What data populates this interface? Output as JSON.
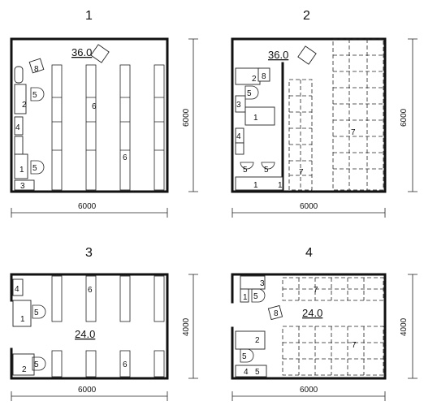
{
  "plans": [
    {
      "number": "1",
      "area": "36.0",
      "width_dim": "6000",
      "depth_dim": "6000",
      "labels": [
        "8",
        "2",
        "5",
        "4",
        "1",
        "5",
        "3",
        "6",
        "6"
      ]
    },
    {
      "number": "2",
      "area": "36.0",
      "width_dim": "6000",
      "depth_dim": "6000",
      "labels": [
        "2",
        "8",
        "5",
        "3",
        "1",
        "4",
        "5",
        "5",
        "1",
        "1",
        "7",
        "7"
      ]
    },
    {
      "number": "3",
      "area": "24.0",
      "width_dim": "6000",
      "depth_dim": "4000",
      "labels": [
        "4",
        "6",
        "5",
        "1",
        "2",
        "5",
        "6"
      ]
    },
    {
      "number": "4",
      "area": "24.0",
      "width_dim": "6000",
      "depth_dim": "4000",
      "labels": [
        "3",
        "1",
        "5",
        "7",
        "8",
        "2",
        "5",
        "4",
        "5",
        "7"
      ]
    }
  ]
}
